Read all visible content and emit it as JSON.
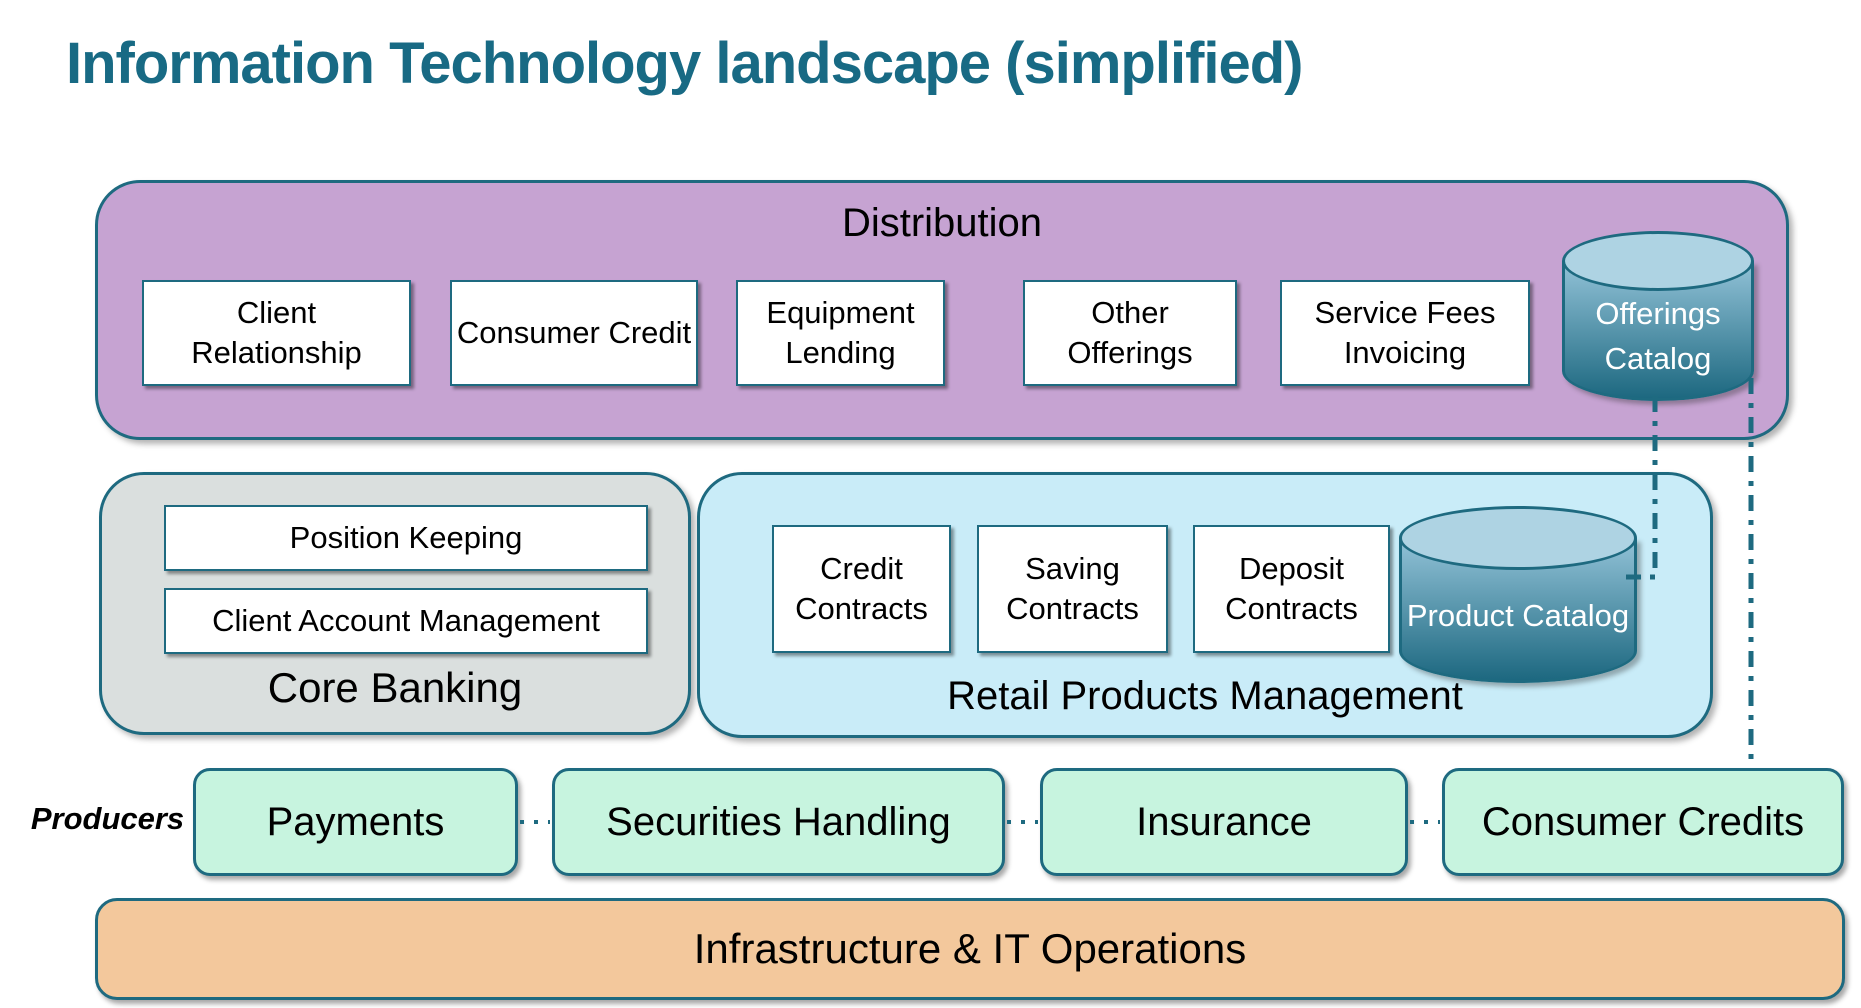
{
  "title": "Information Technology landscape (simplified)",
  "colors": {
    "border": "#1e6a80",
    "purple": "#c6a3d2",
    "gray": "#dadfde",
    "blue": "#c9ecf8",
    "green": "#c7f4df",
    "orange": "#f3c89c",
    "title": "#186a84",
    "cyltop": "#aed3e3",
    "cyllight": "#93c3d8",
    "cyldark": "#1d6880",
    "connector": "#1e6a80"
  },
  "distribution": {
    "label": "Distribution",
    "boxes": [
      "Client Relationship",
      "Consumer Credit",
      "Equipment Lending",
      "Other Offerings",
      "Service Fees Invoicing"
    ],
    "catalog_label": "Offerings Catalog"
  },
  "core_banking": {
    "label": "Core Banking",
    "boxes": [
      "Position Keeping",
      "Client Account Management"
    ]
  },
  "retail": {
    "label": "Retail Products Management",
    "boxes": [
      "Credit Contracts",
      "Saving Contracts",
      "Deposit Contracts"
    ],
    "catalog_label": "Product Catalog"
  },
  "producers": {
    "label": "Producers",
    "boxes": [
      "Payments",
      "Securities Handling",
      "Insurance",
      "Consumer Credits"
    ]
  },
  "infrastructure": {
    "label": "Infrastructure & IT Operations"
  }
}
